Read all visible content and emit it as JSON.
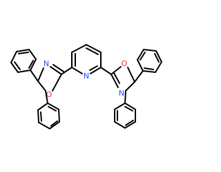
{
  "molecule": {
    "atoms": {
      "pyridine_n": "N",
      "left_oxazoline_n": "N",
      "left_oxazoline_o": "O",
      "right_oxazoline_n": "N",
      "right_oxazoline_o": "O"
    }
  },
  "colors": {
    "bond": "#000000",
    "nitrogen": "#2050ff",
    "oxygen": "#ff2a2a",
    "background": "#ffffff"
  }
}
